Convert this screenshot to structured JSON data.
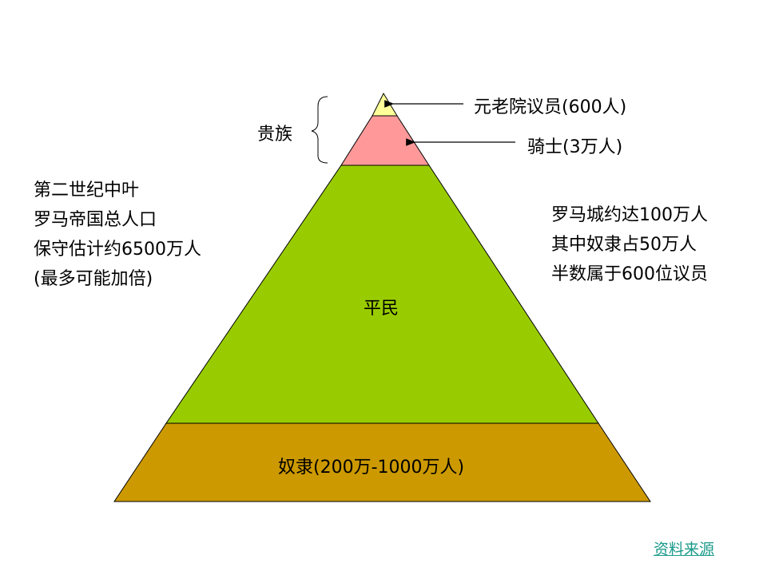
{
  "pyramid": {
    "tiers": [
      {
        "label": "元老院议员(600人)",
        "color": "#ffff99"
      },
      {
        "label": "骑士(3万人)",
        "color": "#ff9999"
      },
      {
        "label": "平民",
        "color": "#99cc00"
      },
      {
        "label": "奴隶(200万-1000万人)",
        "color": "#cc9900"
      }
    ],
    "bracket_label": "贵族"
  },
  "left_note": [
    "第二世纪中叶",
    "罗马帝国总人口",
    "保守估计约6500万人",
    "(最多可能加倍)"
  ],
  "right_note": [
    "罗马城约达100万人",
    "其中奴隶占50万人",
    "半数属于600位议员"
  ],
  "source_link": "资料来源"
}
